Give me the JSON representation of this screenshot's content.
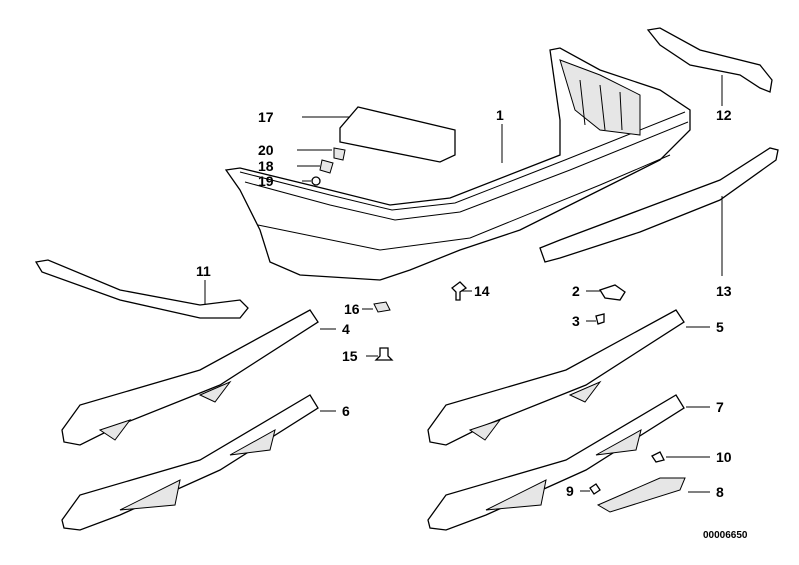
{
  "diagram": {
    "callouts": {
      "p1": "1",
      "p2": "2",
      "p3": "3",
      "p4": "4",
      "p5": "5",
      "p6": "6",
      "p7": "7",
      "p8": "8",
      "p9": "9",
      "p10": "10",
      "p11": "11",
      "p12": "12",
      "p13": "13",
      "p14": "14",
      "p15": "15",
      "p16": "16",
      "p17": "17",
      "p18": "18",
      "p19": "19",
      "p20": "20"
    },
    "drawing_number": "00006650"
  }
}
